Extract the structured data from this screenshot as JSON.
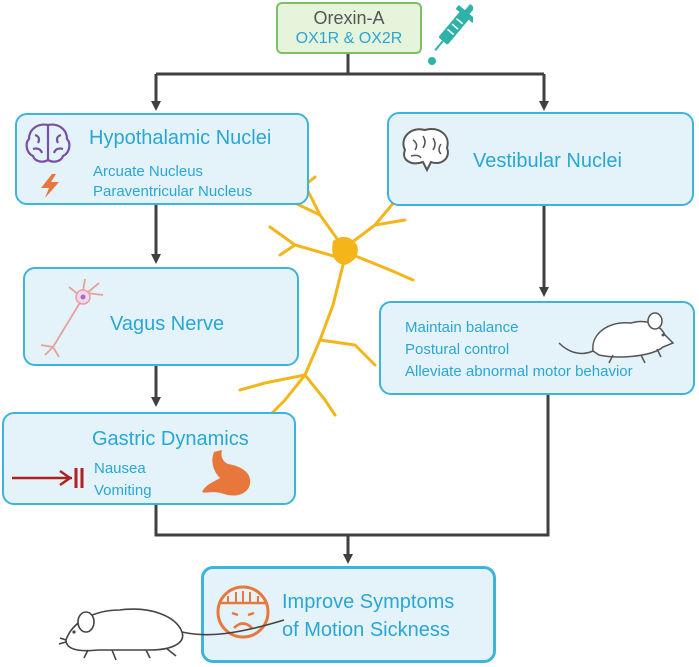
{
  "top": {
    "title": "Orexin-A",
    "subtitle": "OX1R & OX2R"
  },
  "hypothalamic": {
    "title": "Hypothalamic Nuclei",
    "items": [
      "Arcuate Nucleus",
      "Paraventricular Nucleus"
    ]
  },
  "vestibular": {
    "title": "Vestibular Nuclei"
  },
  "vagus": {
    "title": "Vagus Nerve"
  },
  "balance": {
    "items": [
      "Maintain balance",
      "Postural control",
      "Alleviate abnormal motor behavior"
    ]
  },
  "gastric": {
    "title": "Gastric Dynamics",
    "items": [
      "Nausea",
      "Vomiting"
    ]
  },
  "outcome": {
    "line1": "Improve Symptoms",
    "line2": "of Motion Sickness"
  },
  "colors": {
    "box_fill": "#e3f3f9",
    "box_border": "#3eb3dc",
    "text_blue": "#2aa6d6",
    "top_fill": "#e6f4dc",
    "top_border": "#7cbf68",
    "arrow": "#404040",
    "neuron": "#f3b51a",
    "stomach": "#e8773c",
    "inhibit": "#b02020"
  },
  "icons": [
    "syringe-icon",
    "brain-icon",
    "lightning-icon",
    "neuron-icon",
    "mouse-icon",
    "stomach-icon",
    "inhibit-arrow-icon",
    "sad-face-icon"
  ]
}
